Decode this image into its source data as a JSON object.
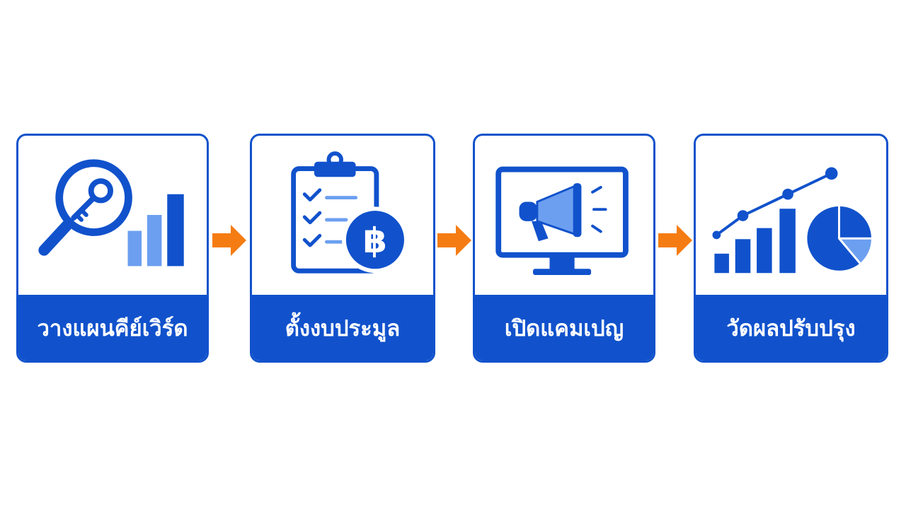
{
  "colors": {
    "primary_blue": "#1152cc",
    "light_blue": "#6c9ff0",
    "arrow_orange": "#f57c12",
    "background": "#ffffff"
  },
  "steps": [
    {
      "label": "วางแผนคีย์เวิร์ด",
      "icon": "keyword-research-icon"
    },
    {
      "label": "ตั้งงบประมูล",
      "icon": "bid-budget-icon"
    },
    {
      "label": "เปิดแคมเปญ",
      "icon": "launch-campaign-icon"
    },
    {
      "label": "วัดผลปรับปรุง",
      "icon": "measure-improve-icon"
    }
  ],
  "connectors": [
    "arrow-right",
    "arrow-right",
    "arrow-right"
  ]
}
